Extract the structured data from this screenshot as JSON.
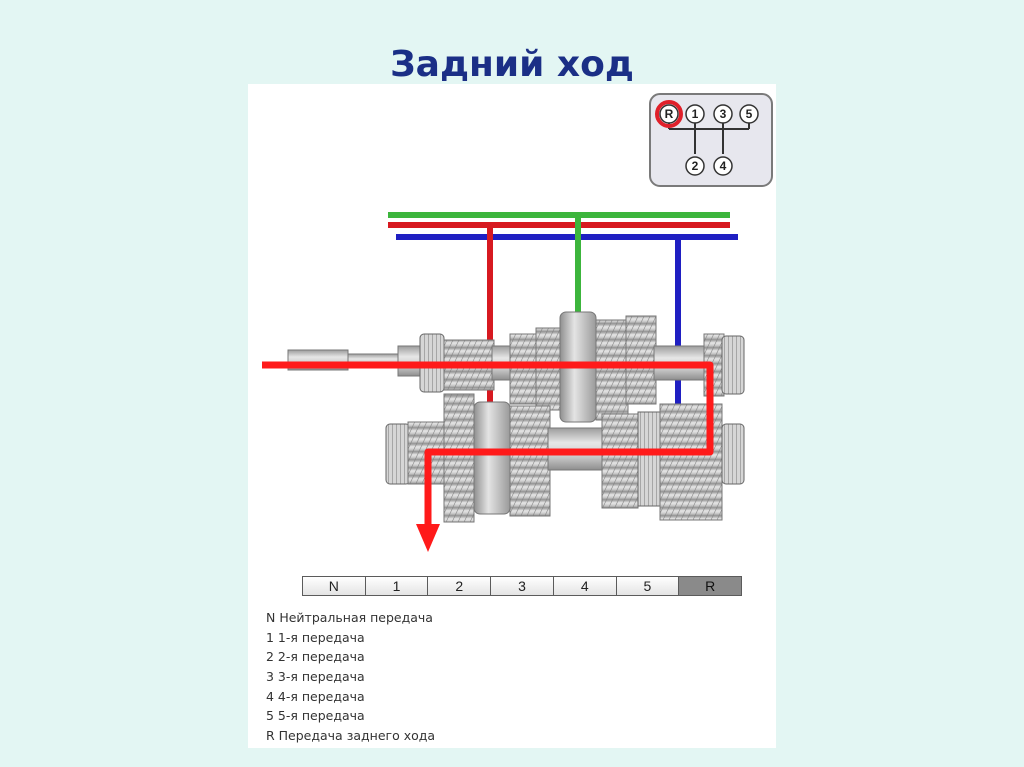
{
  "title": "Задний ход",
  "shift_pattern": {
    "active": "R",
    "top_row": [
      "R",
      "1",
      "3",
      "5"
    ],
    "bottom_row": [
      "2",
      "4"
    ]
  },
  "gear_strip": {
    "gears": [
      "N",
      "1",
      "2",
      "3",
      "4",
      "5",
      "R"
    ],
    "active": "R"
  },
  "legend": [
    "N Нейтральная передача",
    "1 1-я передача",
    "2 2-я передача",
    "3 3-я передача",
    "4 4-я передача",
    "5 5-я передача",
    "R Передача заднего хода"
  ],
  "colors": {
    "title": "#1b2f86",
    "background": "#e3f6f3",
    "rod_green": "#3cb53c",
    "rod_red": "#d71920",
    "rod_blue": "#1f1fc2",
    "power_flow": "#ff1a1a",
    "active_gear": "#8a8a8a",
    "selector_ring": "#e0202a"
  }
}
